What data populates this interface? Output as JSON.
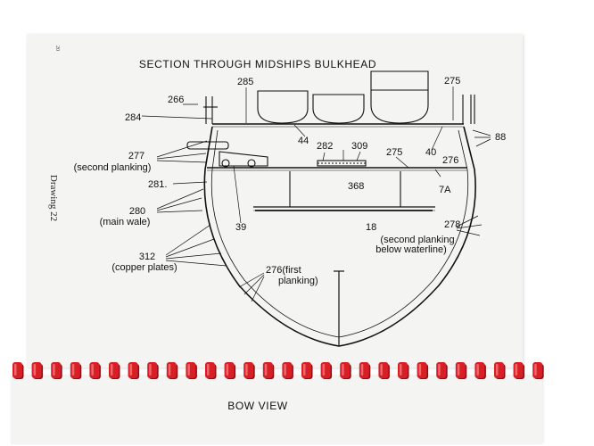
{
  "title": "SECTION THROUGH MIDSHIPS BULKHEAD",
  "subtitle": "BOW VIEW",
  "side_label": "Drawing 22",
  "page_number": "20",
  "labels": {
    "l266": "266",
    "l285": "285",
    "l275a": "275",
    "l284": "284",
    "l44": "44",
    "l282": "282",
    "l309": "309",
    "l275b": "275",
    "l40": "40",
    "l88": "88",
    "l276a": "276",
    "l277": "277",
    "l277desc": "(second planking)",
    "l281": "281.",
    "l368": "368",
    "l7a": "7A",
    "l280": "280",
    "l280desc": "(main wale)",
    "l39": "39",
    "l18": "18",
    "l278": "278",
    "l278desc1": "(second planking",
    "l278desc2": "below waterline)",
    "l312": "312",
    "l312desc": "(copper plates)",
    "l276b": "276(first",
    "l276bdesc": "planking)"
  },
  "colors": {
    "paper": "#f4f4f2",
    "ink": "#111111",
    "binding_red": "#d81f26"
  }
}
